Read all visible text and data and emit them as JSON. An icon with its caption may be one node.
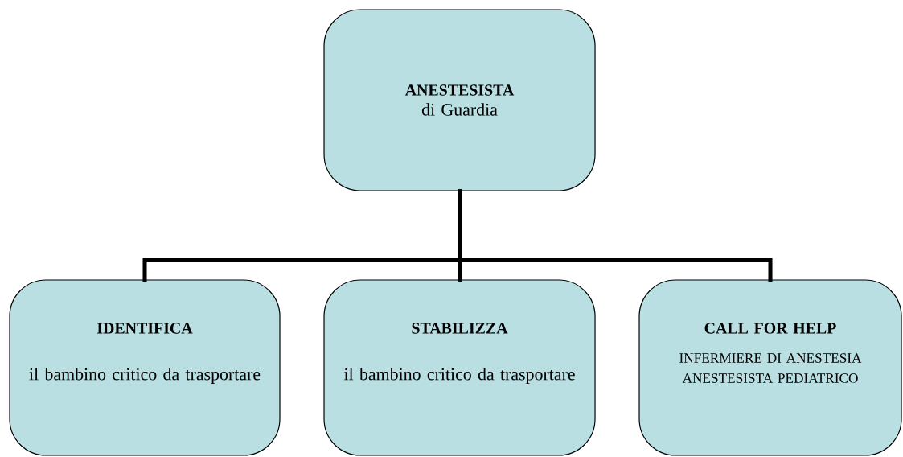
{
  "diagram": {
    "nodes": [
      {
        "text": [
          "ANESTESISTA",
          "di Guardia"
        ]
      },
      {
        "text": [
          "IDENTIFICA",
          "il bambino critico da trasportare"
        ]
      },
      {
        "text": [
          "STABILIZZA",
          "il bambino critico da trasportare"
        ]
      },
      {
        "text": [
          "CALL FOR HELP",
          "INFERMIERE DI ANESTESIA",
          "ANESTESISTA PEDIATRICO"
        ]
      }
    ],
    "edges": [
      {
        "from": 0,
        "to": 1,
        "arrow": "none"
      },
      {
        "from": 0,
        "to": 2,
        "arrow": "none"
      },
      {
        "from": 0,
        "to": 3,
        "arrow": "none"
      }
    ]
  }
}
